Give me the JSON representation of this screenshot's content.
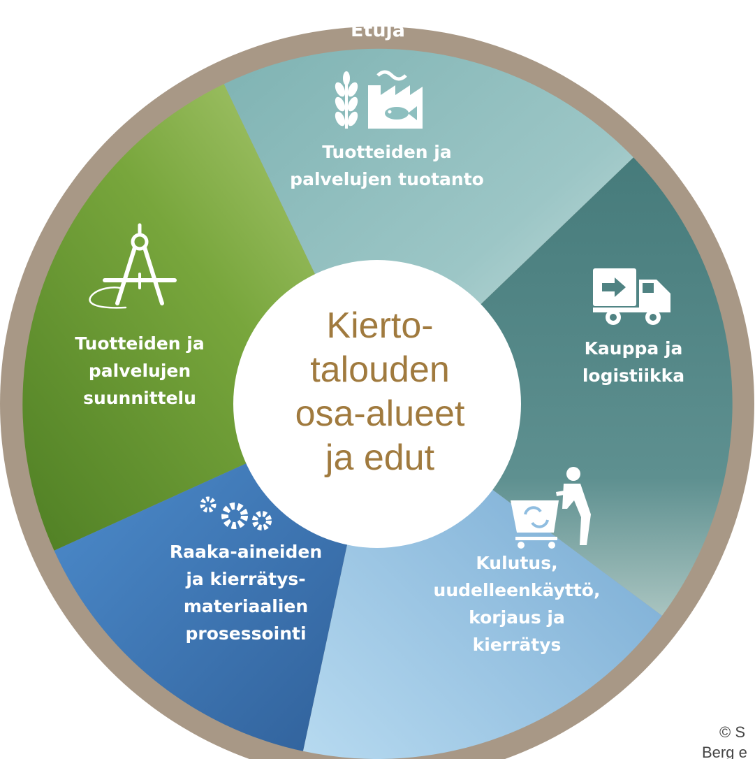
{
  "ring_label": "Etuja",
  "center_lines": [
    "Kierto-",
    "talouden",
    "osa-alueet",
    "ja edut"
  ],
  "segments": [
    {
      "id": "tuotanto",
      "lines": [
        "Tuotteiden ja",
        "palvelujen tuotanto"
      ],
      "icons": [
        "wheat-icon",
        "fish-factory-icon"
      ]
    },
    {
      "id": "kauppa",
      "lines": [
        "Kauppa ja",
        "logistiikka"
      ],
      "icons": [
        "delivery-truck-icon"
      ]
    },
    {
      "id": "kulutus",
      "lines": [
        "Kulutus,",
        "uudelleenkäyttö,",
        "korjaus ja",
        "kierrätys"
      ],
      "icons": [
        "shopping-cart-recycle-icon"
      ]
    },
    {
      "id": "prosessointi",
      "lines": [
        "Raaka-aineiden",
        "ja kierrätys-",
        "materiaalien",
        "prosessointi"
      ],
      "icons": [
        "gears-icon"
      ]
    },
    {
      "id": "suunnittelu",
      "lines": [
        "Tuotteiden ja",
        "palvelujen",
        "suunnittelu"
      ],
      "icons": [
        "compass-icon"
      ]
    }
  ],
  "credit_lines": [
    "© S",
    "Berg e"
  ],
  "colors": {
    "ring": "#a89886",
    "tuotanto": "#8dbfbf",
    "kauppa": "#4f8282",
    "kulutus": "#8fbde0",
    "prosessointi": "#3f78b5",
    "suunnittelu": "#6a9b36",
    "center_text": "#a07a3e"
  }
}
